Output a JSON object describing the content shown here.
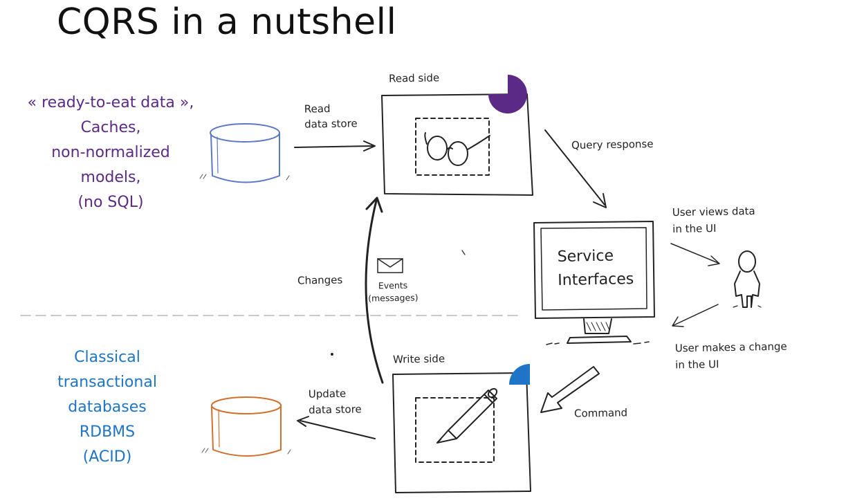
{
  "title": "CQRS in a nutshell",
  "read_side_notes": [
    "« ready-to-eat data »,",
    "Caches,",
    "non-normalized",
    "models,",
    "(no SQL)"
  ],
  "write_side_notes": [
    "Classical",
    "transactional",
    "databases",
    "RDBMS",
    "(ACID)"
  ],
  "labels": {
    "read_side": "Read side",
    "read_data_store": [
      "Read",
      "data store"
    ],
    "query_response": "Query response",
    "user_views": [
      "User views data",
      "in the UI"
    ],
    "service_interfaces": [
      "Service",
      "Interfaces"
    ],
    "changes": "Changes",
    "events": [
      "Events",
      "(messages)"
    ],
    "write_side": "Write side",
    "update_data_store": [
      "Update",
      "data store"
    ],
    "user_change": [
      "User makes a change",
      "in the UI"
    ],
    "command": "Command"
  },
  "colors": {
    "read": "#5b2a86",
    "write": "#1e74c7",
    "read_db": "#5a78c8",
    "write_db": "#d36f2c"
  }
}
